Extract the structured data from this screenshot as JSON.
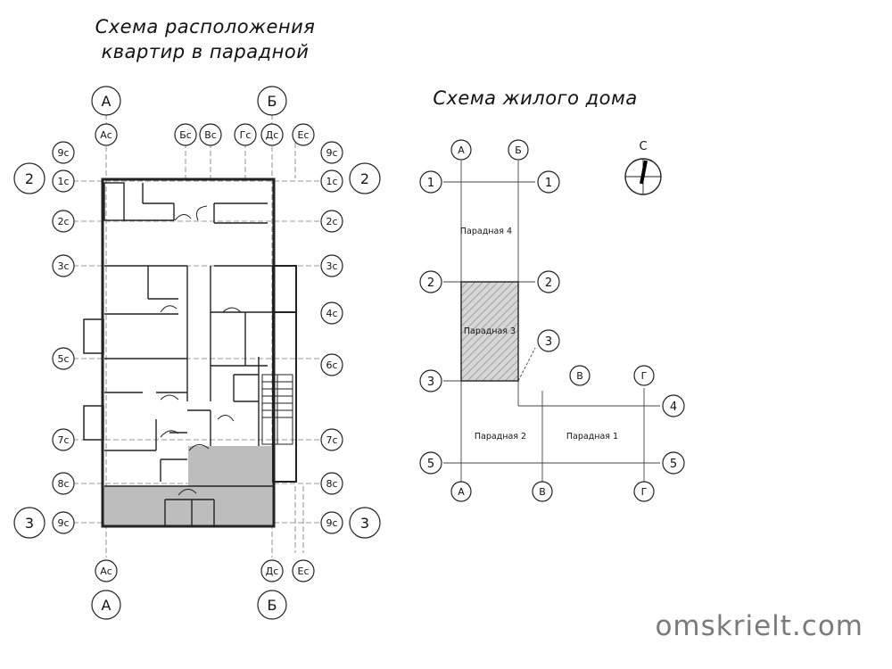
{
  "titles": {
    "left": "Схема расположения квартир в парадной",
    "right": "Схема жилого дома"
  },
  "watermark": "omskrielt.com",
  "compass_label": "С",
  "left_plan": {
    "top_axes": [
      "А",
      "Б"
    ],
    "top_sub_axes": [
      "Ас",
      "Бс",
      "Вс",
      "Гс",
      "Дс",
      "Ес"
    ],
    "bottom_axes": [
      "А",
      "Б"
    ],
    "bottom_sub_axes": [
      "Ас",
      "Дс",
      "Ес"
    ],
    "big_axes": [
      "2",
      "3"
    ],
    "row_axes": [
      "9с",
      "1с",
      "2с",
      "3с",
      "4с",
      "5с",
      "6с",
      "7с",
      "8с",
      "9с"
    ]
  },
  "right_plan": {
    "top_axes": [
      "А",
      "Б"
    ],
    "bottom_axes": [
      "А",
      "В",
      "Г"
    ],
    "mid_axes": [
      "В",
      "Г"
    ],
    "row_axes": [
      "1",
      "2",
      "3",
      "4",
      "5"
    ],
    "sections": [
      "Парадная 4",
      "Парадная 3",
      "Парадная 2",
      "Парадная 1"
    ]
  },
  "colors": {
    "line": "#222222",
    "hatch_fill": "#bdbdbd",
    "watermark": "#7a7a7a"
  }
}
